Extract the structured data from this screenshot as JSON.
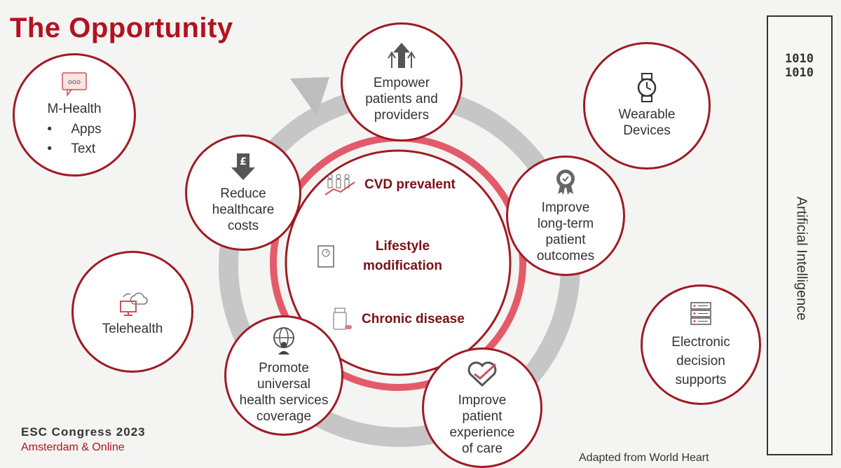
{
  "title": "The Opportunity",
  "outer": {
    "mhealth": {
      "label": "M-Health",
      "items": [
        "Apps",
        "Text"
      ],
      "icon": "chat-bubble-icon"
    },
    "telehealth": {
      "label": "Telehealth",
      "icon": "cloud-monitor-icon"
    },
    "wearables": {
      "label": "Wearable\nDevices",
      "icon": "smartwatch-icon"
    },
    "decision": {
      "label": "Electronic\ndecision\nsupports",
      "icon": "server-rack-icon"
    }
  },
  "cycle": {
    "empower": {
      "label": "Empower\npatients and\nproviders",
      "icon": "up-arrows-icon"
    },
    "outcomes": {
      "label": "Improve\nlong-term\npatient\noutcomes",
      "icon": "award-badge-icon"
    },
    "experience": {
      "label": "Improve\npatient\nexperience\nof care",
      "icon": "heart-check-icon"
    },
    "coverage": {
      "label": "Promote\nuniversal\nhealth services\ncoverage",
      "icon": "globe-person-icon"
    },
    "costs": {
      "label": "Reduce\nhealthcare\ncosts",
      "icon": "pound-down-arrow-icon"
    }
  },
  "center": {
    "cvd": "CVD prevalent",
    "lifestyle": "Lifestyle\nmodification",
    "chronic": "Chronic disease"
  },
  "ai": {
    "bits": "1010\n1010",
    "label": "Artificial Intelligence"
  },
  "footer": {
    "congress": "ESC Congress 2023",
    "location": "Amsterdam & Online"
  },
  "source": "Adapted from World Heart",
  "colors": {
    "accent": "#b3121f",
    "ring": "#9e1b24",
    "cycle_arrow": "#c8c8c8"
  }
}
